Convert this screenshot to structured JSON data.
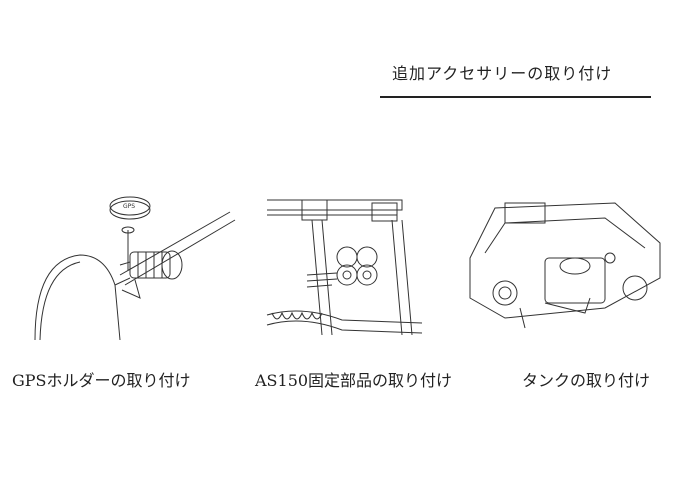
{
  "section_title": "追加アクセサリーの取り付け",
  "figures": [
    {
      "caption": "GPSホルダーの取り付け",
      "label": "GPS"
    },
    {
      "caption": "AS150固定部品の取り付け"
    },
    {
      "caption": "タンクの取り付け"
    }
  ]
}
